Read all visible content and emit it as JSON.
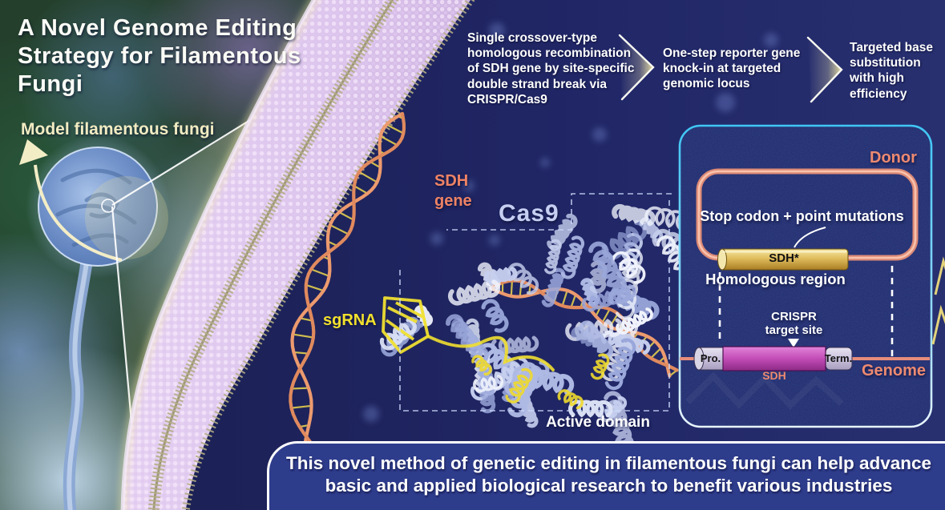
{
  "figure": {
    "title": "A Novel Genome Editing\nStrategy for Filamentous\nFungi",
    "model_label": "Model filamentous fungi",
    "steps": [
      {
        "label": "Single crossover-type\nhomologous recombination\nof SDH gene by site-specific\ndouble strand break via\nCRISPR/Cas9"
      },
      {
        "label": "One-step reporter gene\nknock-in at targeted\ngenomic locus"
      },
      {
        "label": "Targeted base\nsubstitution\nwith high\nefficiency"
      }
    ],
    "scene": {
      "sdh_gene_label": "SDH\ngene",
      "cas9_label": "Cas9",
      "sgrna_label": "sgRNA",
      "active_domain_label": "Active domain"
    },
    "panel": {
      "donor_label": "Donor",
      "stop_codon_label": "Stop codon + point mutations",
      "sdh_star_label": "SDH*",
      "homologous_label": "Homologous region",
      "crispr_target_label": "CRISPR\ntarget site",
      "promoter_label": "Pro.",
      "sdh_label": "SDH",
      "terminator_label": "Term.",
      "genome_label": "Genome"
    },
    "banner": {
      "line1": "This novel method of genetic editing in filamentous fungi can help advance",
      "line2": "basic and applied biological research to benefit various industries"
    },
    "colors": {
      "interior_navy": "#1e2462",
      "banner_blue": "#2e3c8c",
      "salmon_accent": "#ee8a70",
      "yellow_accent": "#f2e12c",
      "cyan_border": "#3fc7f5",
      "gold_cylinder": "#dcb94e",
      "magenta_gene": "#c24cb6",
      "membrane_pink": "#dcc6ec"
    }
  }
}
